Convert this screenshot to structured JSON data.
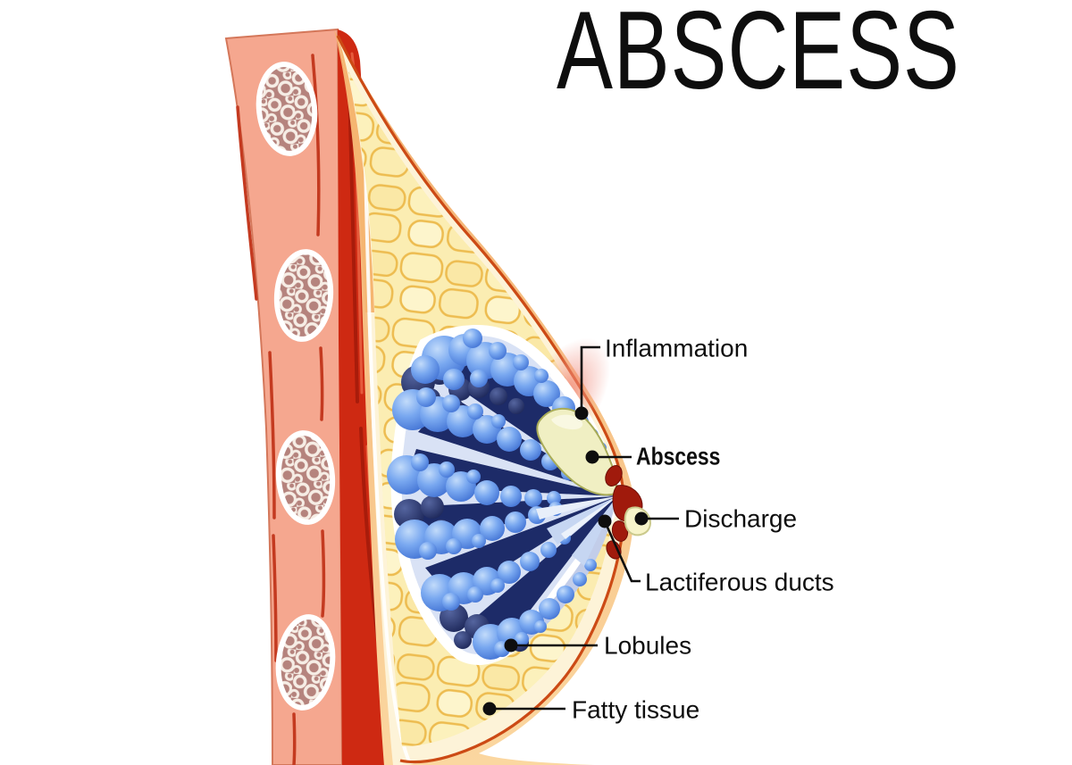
{
  "title": {
    "text": "ABSCESS"
  },
  "figure": {
    "type": "medical-illustration",
    "labels": [
      {
        "id": "inflammation",
        "text": "Inflammation",
        "bold": false
      },
      {
        "id": "abscess",
        "text": "Abscess",
        "bold": true
      },
      {
        "id": "discharge",
        "text": "Discharge",
        "bold": false
      },
      {
        "id": "lactiferous-ducts",
        "text": "Lactiferous ducts",
        "bold": false
      },
      {
        "id": "lobules",
        "text": "Lobules",
        "bold": false
      },
      {
        "id": "fatty-tissue",
        "text": "Fatty tissue",
        "bold": false
      }
    ],
    "colors": {
      "background": "#ffffff",
      "text": "#0e0e0e",
      "muscle_pink": "#F5A78F",
      "muscle_striation": "#C43A20",
      "deep_muscle_red": "#CE2912",
      "deep_muscle_shadow": "#A81C0B",
      "deep_muscle_highlight": "#E65B3C",
      "rib_fill": "#B5837D",
      "rib_mesh": "#F6EDE5",
      "fat_base": "#FBEDB2",
      "fat_cell_line": "#EDBC50",
      "skin_cream": "#FDF3D8",
      "skin_outline_orange": "#CC4A15",
      "skin_peach": "#F6BE82",
      "gland_background": "#D9E2F5",
      "duct_navy": "#1D2B68",
      "lobule_blue": "#5C8FE8",
      "lobule_shadow_navy": "#2A3768",
      "abscess_fill": "#F0EFC3",
      "abscess_outline": "#A9AC58",
      "inflammation_red": "#E33A20",
      "nipple_red": "#A01A0C",
      "discharge_fill": "#F7F4C9"
    }
  }
}
